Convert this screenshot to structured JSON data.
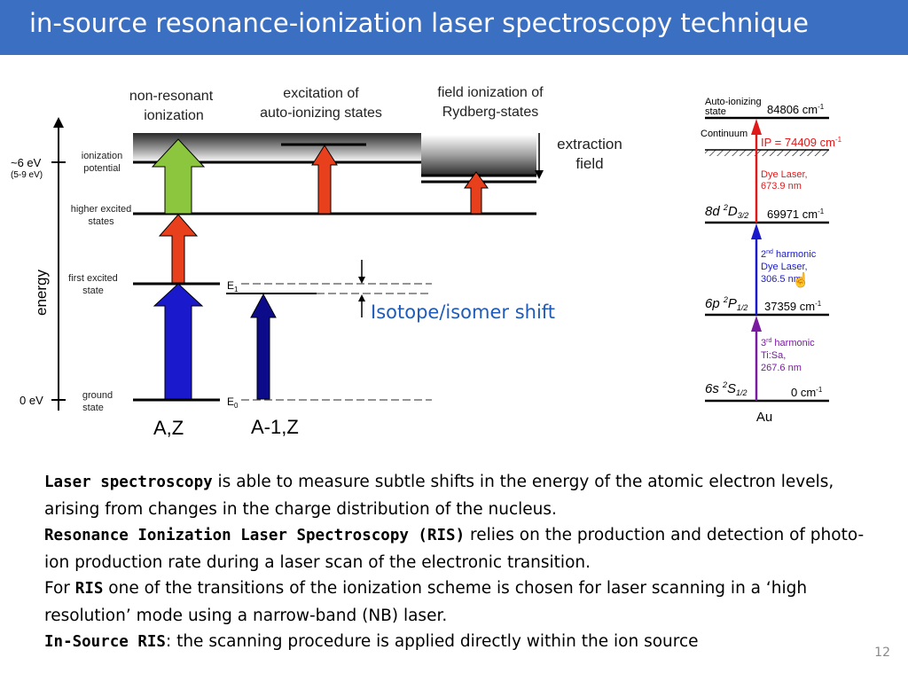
{
  "slide": {
    "title": "in-source resonance-ionization laser spectroscopy technique",
    "page_number": "12"
  },
  "diagram_left": {
    "headers": {
      "nonres_1": "non-resonant",
      "nonres_2": "ionization",
      "autoion_1": "excitation of",
      "autoion_2": "auto-ionizing states",
      "field_1": "field ionization of",
      "field_2": "Rydberg-states"
    },
    "extraction_1": "extraction",
    "extraction_2": "field",
    "energy_axis": "energy",
    "ev_6": "~6 eV",
    "ev_range": "(5-9 eV)",
    "ev_0": "0 eV",
    "level_ionization_1": "ionization",
    "level_ionization_2": "potential",
    "level_higher_1": "higher excited",
    "level_higher_2": "states",
    "level_first_1": "first excited",
    "level_first_2": "state",
    "level_ground_1": "ground",
    "level_ground_2": "state",
    "e1": "E",
    "e1_sub": "1",
    "e0": "E",
    "e0_sub": "0",
    "isotope_shift": "Isotope/isomer shift",
    "label_az": "A,Z",
    "label_a1z": "A-1,Z",
    "colors": {
      "green": "#8cc63f",
      "red": "#e8401c",
      "blue": "#1a1acc",
      "darkblue": "#0c0c8a"
    }
  },
  "diagram_right": {
    "autoion_1": "Auto-ionizing",
    "autoion_2": "state",
    "autoion_value": "84806 cm",
    "continuum": "Continuum",
    "ip": "IP = 74409 cm",
    "dye_1": "Dye Laser,",
    "dye_2": "673.9 nm",
    "d_level_a": "8d ",
    "d_level_sup": "2",
    "d_level_b": "D",
    "d_level_sub": "3/2",
    "d_value": "69971 cm",
    "harm2_num": "2",
    "harm2_sup": "nd",
    "harm2_word": " harmonic",
    "harm2_2": "Dye Laser,",
    "harm2_3": "306.5 nm",
    "p_level_a": "6p ",
    "p_level_sup": "2",
    "p_level_b": "P",
    "p_level_sub": "1/2",
    "p_value": "37359 cm",
    "harm3_num": "3",
    "harm3_sup": "rd",
    "harm3_word": " harmonic",
    "harm3_2": "Ti:Sa,",
    "harm3_3": "267.6 nm",
    "s_level_a": "6s ",
    "s_level_sup": "2",
    "s_level_b": "S",
    "s_level_sub": "1/2",
    "s_value": "0 cm",
    "unit_sup": "-1",
    "element": "Au"
  },
  "text": {
    "p1_bold": "Laser spectroscopy",
    "p1_rest": " is able to measure subtle shifts in the energy of the atomic electron levels, arising from changes in the charge distribution of the nucleus.",
    "p2_bold": "Resonance Ionization Laser Spectroscopy (RIS)",
    "p2_rest": " relies on the production and detection of photo-ion production rate during a laser scan of the electronic transition.",
    "p3_pre": "For ",
    "p3_bold": "RIS",
    "p3_rest": " one of the transitions of the ionization scheme is chosen for laser scanning in a ‘high resolution’ mode using a narrow-band (NB) laser.",
    "p4_bold": "In-Source RIS",
    "p4_rest": ": the scanning procedure is applied directly within the ion source"
  }
}
